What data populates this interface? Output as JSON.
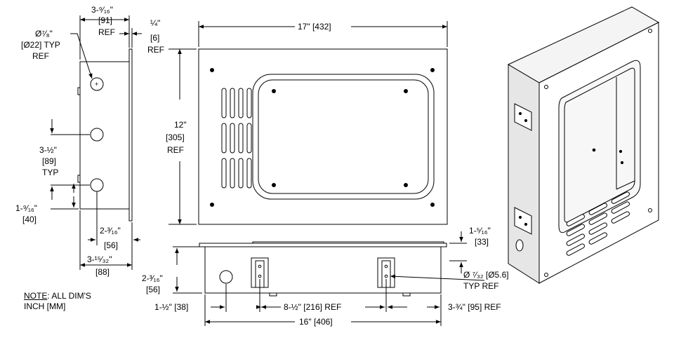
{
  "colors": {
    "line": "#000000",
    "fill_light": "#ffffff",
    "fill_shade": "#e6e6e6"
  },
  "side_view": {
    "width_a": "3-⁹⁄₁₆\"",
    "width_a_mm": "[91]",
    "width_a_ref": "REF",
    "flange": "¼\"",
    "flange_mm": "[6]",
    "flange_ref": "REF",
    "hole_dia_label": "Ø⁷⁄₈\"",
    "hole_dia_mm": "[Ø22] TYP",
    "hole_dia_ref": "REF",
    "spacing": "3-½\"",
    "spacing_mm": "[89]",
    "spacing_typ": "TYP",
    "bottom_offset": "1-⁹⁄₁₆\"",
    "bottom_offset_mm": "[40]",
    "depth_b": "2-³⁄₁₆\"",
    "depth_b_mm": "[56]",
    "depth_c": "3-¹⁵⁄₃₂\"",
    "depth_c_mm": "[88]"
  },
  "front_view": {
    "width": "17\" [432]",
    "height": "12\"",
    "height_mm": "[305]",
    "height_ref": "REF"
  },
  "bottom_view": {
    "height": "1-⁵⁄₁₆\"",
    "height_mm": "[33]",
    "left_dim": "2-³⁄₁₆\"",
    "left_dim_mm": "[56]",
    "slot_dia": "Ø ⁷⁄₃₂ [Ø5.6]",
    "slot_typ": "TYP REF",
    "hole_offset": "1-½\" [38]",
    "bracket_spacing": "8-½\" [216] REF",
    "right_offset": "3-¾\" [95] REF",
    "overall_width": "16\" [406]"
  },
  "note": {
    "label": "NOTE",
    "text": ": ALL DIM'S",
    "units": "INCH [MM]"
  }
}
